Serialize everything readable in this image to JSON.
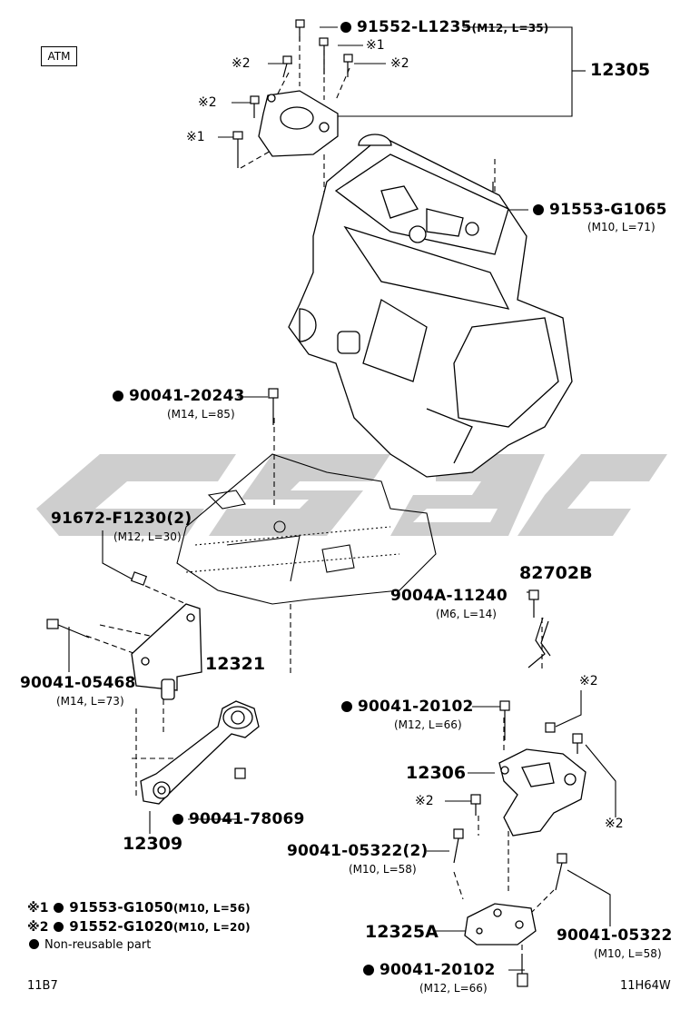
{
  "transmission_box": "ATM",
  "callouts": {
    "c_91552_L1235": {
      "part": "91552-L1235",
      "spec": "(M12, L=35)",
      "nonreusable": true
    },
    "c_12305": {
      "part": "12305"
    },
    "c_91553_G1065": {
      "part": "91553-G1065",
      "spec": "(M10, L=71)",
      "nonreusable": true
    },
    "c_90041_20243": {
      "part": "90041-20243",
      "spec": "(M14, L=85)",
      "nonreusable": true
    },
    "c_91672_F1230": {
      "part": "91672-F1230(2)",
      "spec": "(M12, L=30)"
    },
    "c_82702B": {
      "part": "82702B"
    },
    "c_9004A_11240": {
      "part": "9004A-11240",
      "spec": "(M6, L=14)"
    },
    "c_90041_05468": {
      "part": "90041-05468",
      "spec": "(M14, L=73)"
    },
    "c_12321": {
      "part": "12321"
    },
    "c_90041_20102_a": {
      "part": "90041-20102",
      "spec": "(M12, L=66)",
      "nonreusable": true
    },
    "c_12306": {
      "part": "12306"
    },
    "c_90041_78069": {
      "part": "90041-78069",
      "nonreusable": true
    },
    "c_12309": {
      "part": "12309"
    },
    "c_90041_05322_2": {
      "part": "90041-05322(2)",
      "spec": "(M10, L=58)"
    },
    "c_90041_05322": {
      "part": "90041-05322",
      "spec": "(M10, L=58)"
    },
    "c_12325A": {
      "part": "12325A"
    },
    "c_90041_20102_b": {
      "part": "90041-20102",
      "spec": "(M12, L=66)",
      "nonreusable": true
    }
  },
  "marks": {
    "m1": "※1",
    "m2": "※2"
  },
  "legend": {
    "row1": {
      "mark": "※1",
      "part": "91553-G1050",
      "spec": "(M10, L=56)"
    },
    "row2": {
      "mark": "※2",
      "part": "91552-G1020",
      "spec": "(M10, L=20)"
    },
    "row3": {
      "text": "Non-reusable part"
    }
  },
  "footer": {
    "left_code": "11B7",
    "right_code": "11H64W"
  },
  "watermark_text": "CSSC",
  "colors": {
    "watermark": "#c9c9c9",
    "ink": "#000000"
  }
}
